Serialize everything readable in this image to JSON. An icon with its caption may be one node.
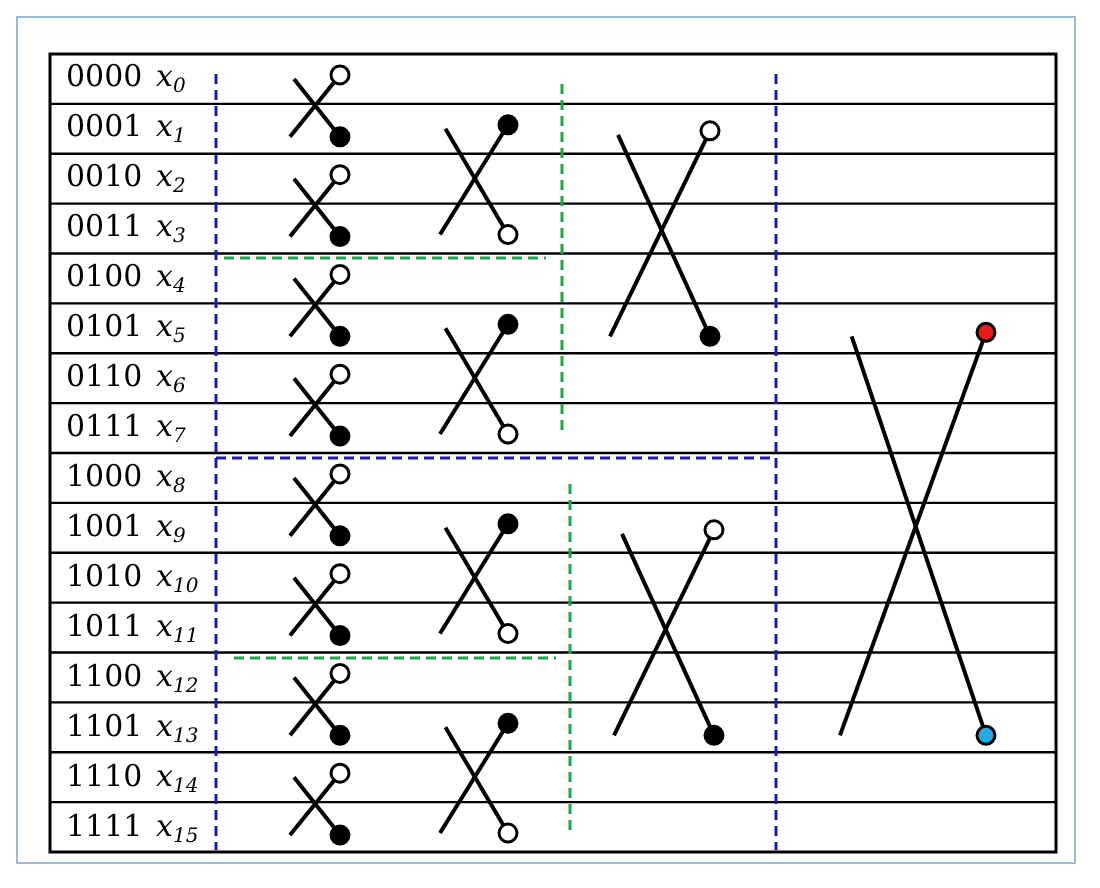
{
  "diagram": {
    "labels": [
      "0000",
      "x$_{0}$",
      "0001",
      "x$_{1}$",
      "0010",
      "x$_{2}$",
      "0011",
      "x$_{3}$",
      "0100",
      "x$_{4}$",
      "0101",
      "x$_{5}$",
      "0110",
      "x$_{6}$",
      "0111",
      "x$_{7}$",
      "1000",
      "x$_{8}$",
      "1001",
      "x$_{9}$",
      "1010",
      "x$_{10}$",
      "1011",
      "x$_{11}$",
      "1100",
      "x$_{12}$",
      "1101",
      "x$_{13}$",
      "1110",
      "x$_{14}$",
      "1111",
      "x$_{15}$"
    ]
  }
}
